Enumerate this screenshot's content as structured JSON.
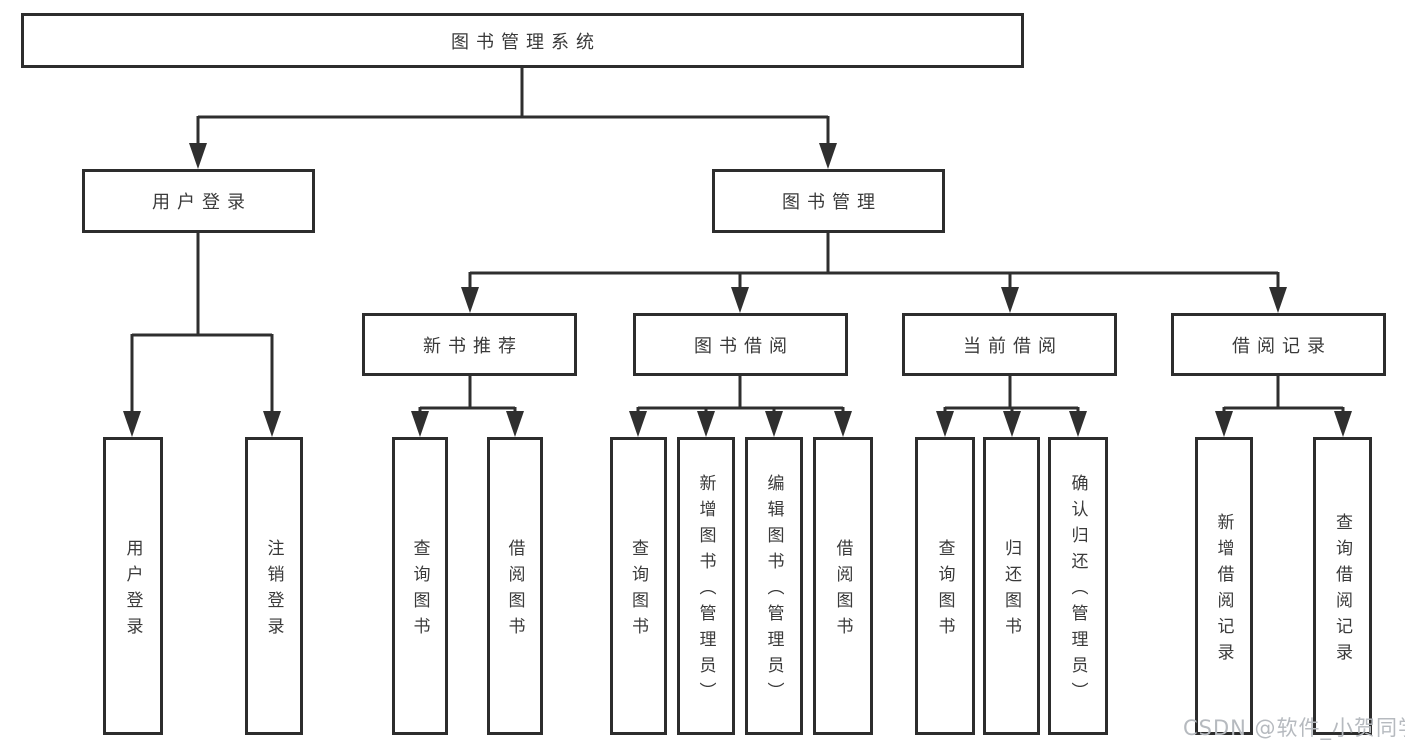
{
  "colors": {
    "line": "#2f2f2f",
    "box_border": "#2d2d2d",
    "text": "#3a3a3a",
    "watermark": "#b6babf",
    "background": "#ffffff"
  },
  "watermark": "CSDN @软件_小贺同学",
  "tree": {
    "root": {
      "label": "图书管理系统"
    },
    "branches": [
      {
        "label": "用户登录",
        "children": [
          {
            "label": "用户登录"
          },
          {
            "label": "注销登录"
          }
        ]
      },
      {
        "label": "图书管理",
        "children": [
          {
            "label": "新书推荐",
            "children": [
              {
                "label": "查询图书"
              },
              {
                "label": "借阅图书"
              }
            ]
          },
          {
            "label": "图书借阅",
            "children": [
              {
                "label": "查询图书"
              },
              {
                "label": "新增图书（管理员）"
              },
              {
                "label": "编辑图书（管理员）"
              },
              {
                "label": "借阅图书"
              }
            ]
          },
          {
            "label": "当前借阅",
            "children": [
              {
                "label": "查询图书"
              },
              {
                "label": "归还图书"
              },
              {
                "label": "确认归还（管理员）"
              }
            ]
          },
          {
            "label": "借阅记录",
            "children": [
              {
                "label": "新增借阅记录"
              },
              {
                "label": "查询借阅记录"
              }
            ]
          }
        ]
      }
    ]
  }
}
